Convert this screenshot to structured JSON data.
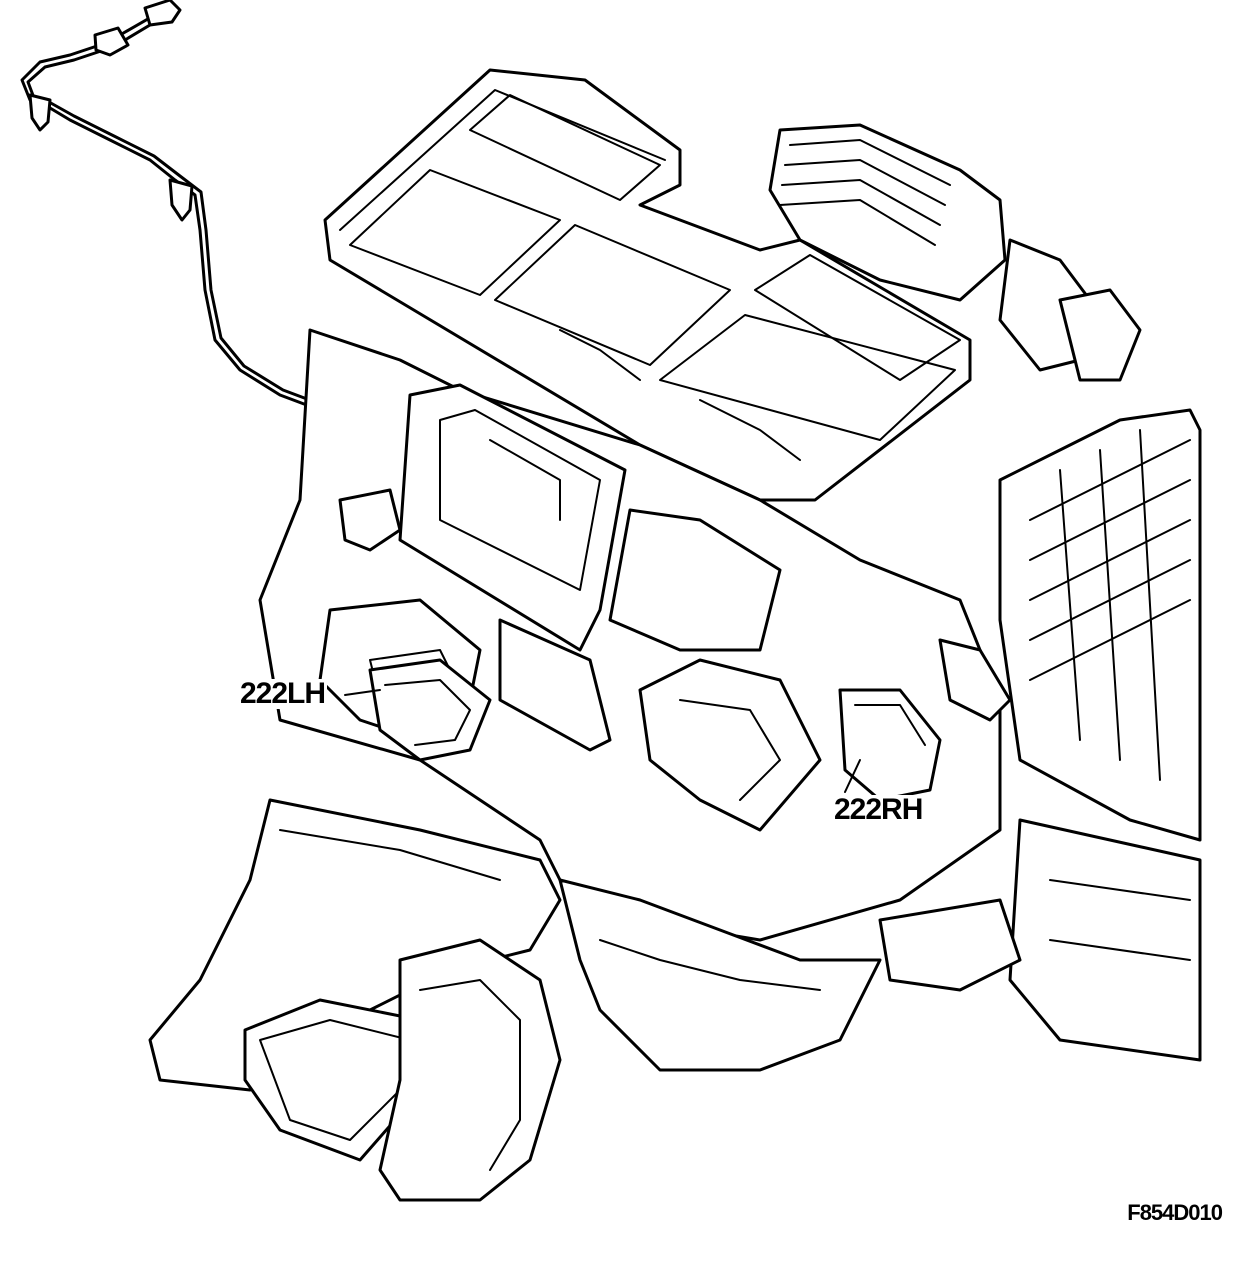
{
  "diagram": {
    "callouts": [
      {
        "id": "lh",
        "label": "222LH"
      },
      {
        "id": "rh",
        "label": "222RH"
      }
    ],
    "figure_code": "F854D010",
    "colors": {
      "line": "#000000",
      "background": "#ffffff"
    }
  }
}
